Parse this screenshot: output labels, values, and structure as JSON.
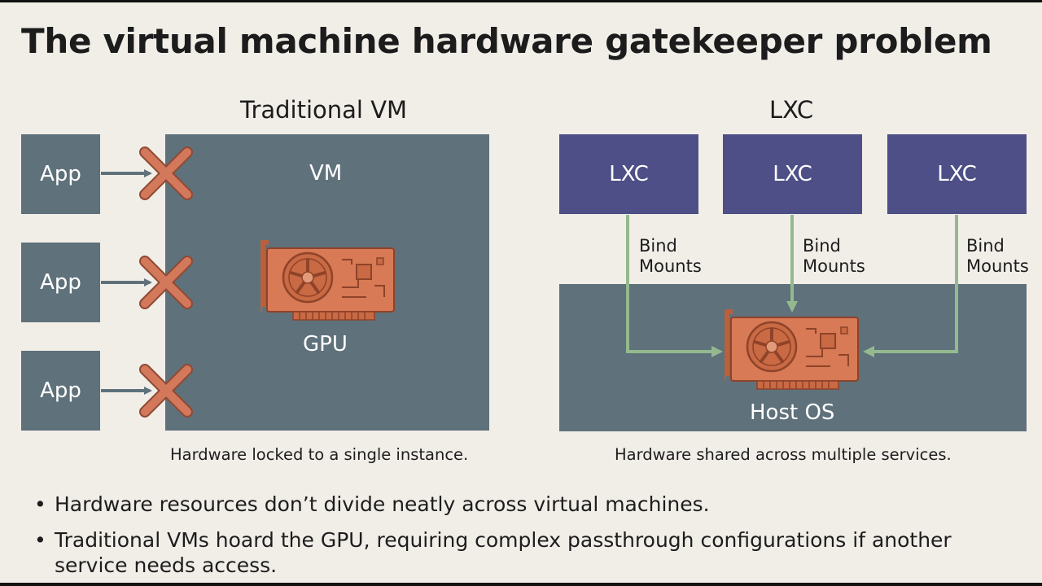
{
  "title": "The virtual machine hardware gatekeeper problem",
  "traditional": {
    "heading": "Traditional VM",
    "apps": [
      "App",
      "App",
      "App"
    ],
    "vm_label": "VM",
    "gpu_label": "GPU",
    "caption": "Hardware locked to a single instance."
  },
  "lxc": {
    "heading": "LXC",
    "containers": [
      "LXC",
      "LXC",
      "LXC"
    ],
    "bind_line1": "Bind",
    "bind_line2": "Mounts",
    "host_label": "Host OS",
    "caption": "Hardware shared across multiple services."
  },
  "bullets": [
    "Hardware resources don’t divide neatly across virtual machines.",
    "Traditional VMs hoard the GPU, requiring complex passthrough configurations if another service needs access."
  ],
  "colors": {
    "slate": "#5f717b",
    "lxc_purple": "#4d4f86",
    "gpu_orange": "#d77a55",
    "x_orange": "#d4785b",
    "mount_green": "#95b98f",
    "background": "#f1eee8"
  }
}
